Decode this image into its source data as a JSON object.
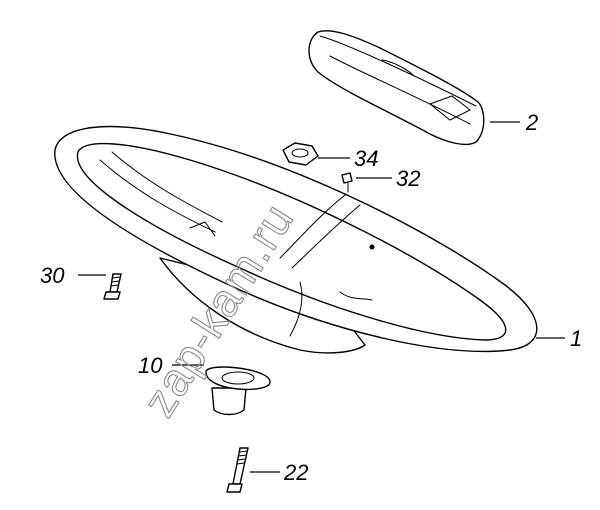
{
  "parts": [
    {
      "id": "steering-wheel",
      "label": "1"
    },
    {
      "id": "horn-cover",
      "label": "2"
    },
    {
      "id": "hub-bushing",
      "label": "10"
    },
    {
      "id": "long-bolt",
      "label": "22"
    },
    {
      "id": "short-screw",
      "label": "30"
    },
    {
      "id": "small-screw",
      "label": "32"
    },
    {
      "id": "hex-nut",
      "label": "34"
    }
  ],
  "watermark": "zap-kam.ru"
}
